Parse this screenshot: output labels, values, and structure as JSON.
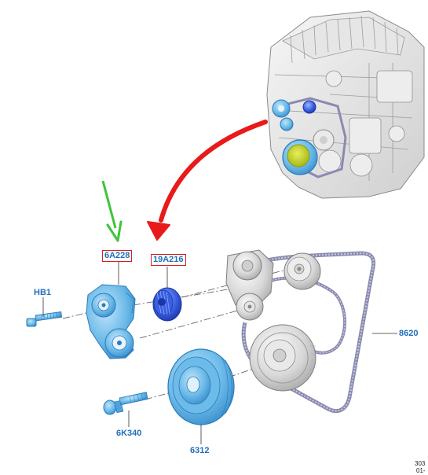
{
  "labels": {
    "tensioner": "6A228",
    "idler": "19A216",
    "tensioner_bolt": "HB1",
    "belt": "8620",
    "damper_bolt": "6K340",
    "damper": "6312"
  },
  "reference": {
    "code": "303",
    "sub": "01-"
  },
  "colors": {
    "callout_text": "#1f6fb8",
    "highlight_part": "#5fb3e8",
    "highlight_box": "#d42020",
    "green_arrow": "#3ec43a",
    "red_arrow": "#e81a1a",
    "belt": "#8a8ab0"
  }
}
